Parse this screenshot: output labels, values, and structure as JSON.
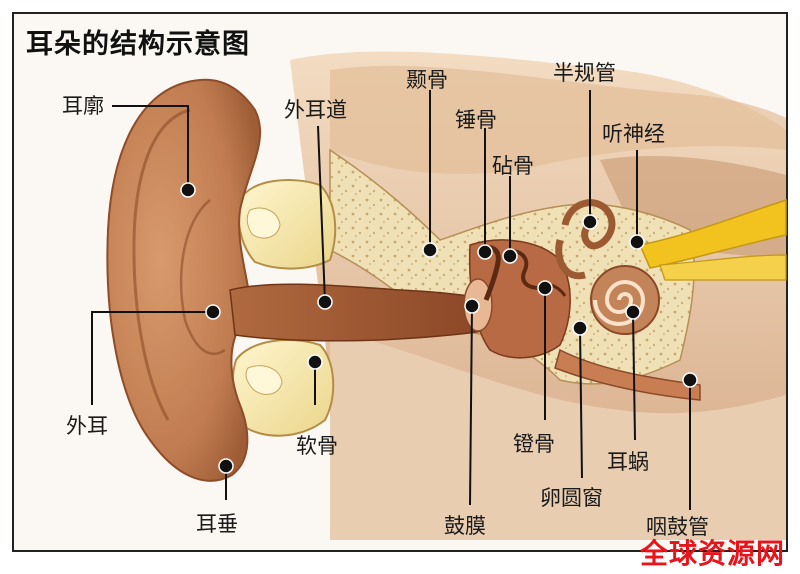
{
  "title": "耳朵的结构示意图",
  "labels": {
    "pinna": "耳廓",
    "ear_canal": "外耳道",
    "temporal_bone": "颞骨",
    "malleus": "锤骨",
    "incus": "砧骨",
    "semicircular_canals": "半规管",
    "auditory_nerve": "听神经",
    "outer_ear": "外耳",
    "cartilage": "软骨",
    "earlobe": "耳垂",
    "eardrum": "鼓膜",
    "stapes": "镫骨",
    "round_window": "卵圆窗",
    "cochlea": "耳蜗",
    "eustachian_tube": "咽鼓管"
  },
  "watermark": "全球资源网",
  "colors": {
    "skin": "#c98a5e",
    "skin_dark": "#a45f38",
    "bone": "#f1e3a8",
    "bone_light": "#fff7d2",
    "tissue": "#e8c9a9",
    "nerve": "#f2c21f",
    "watermark": "#e8141b"
  }
}
